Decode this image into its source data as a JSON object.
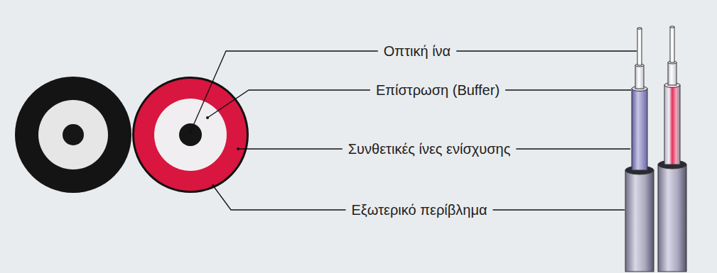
{
  "diagram": {
    "labels": [
      "Οπτική ίνα",
      "Επίστρωση (Buffer)",
      "Συνθετικές ίνες ενίσχυσης",
      "Εξωτερικό περίβλημα"
    ]
  }
}
